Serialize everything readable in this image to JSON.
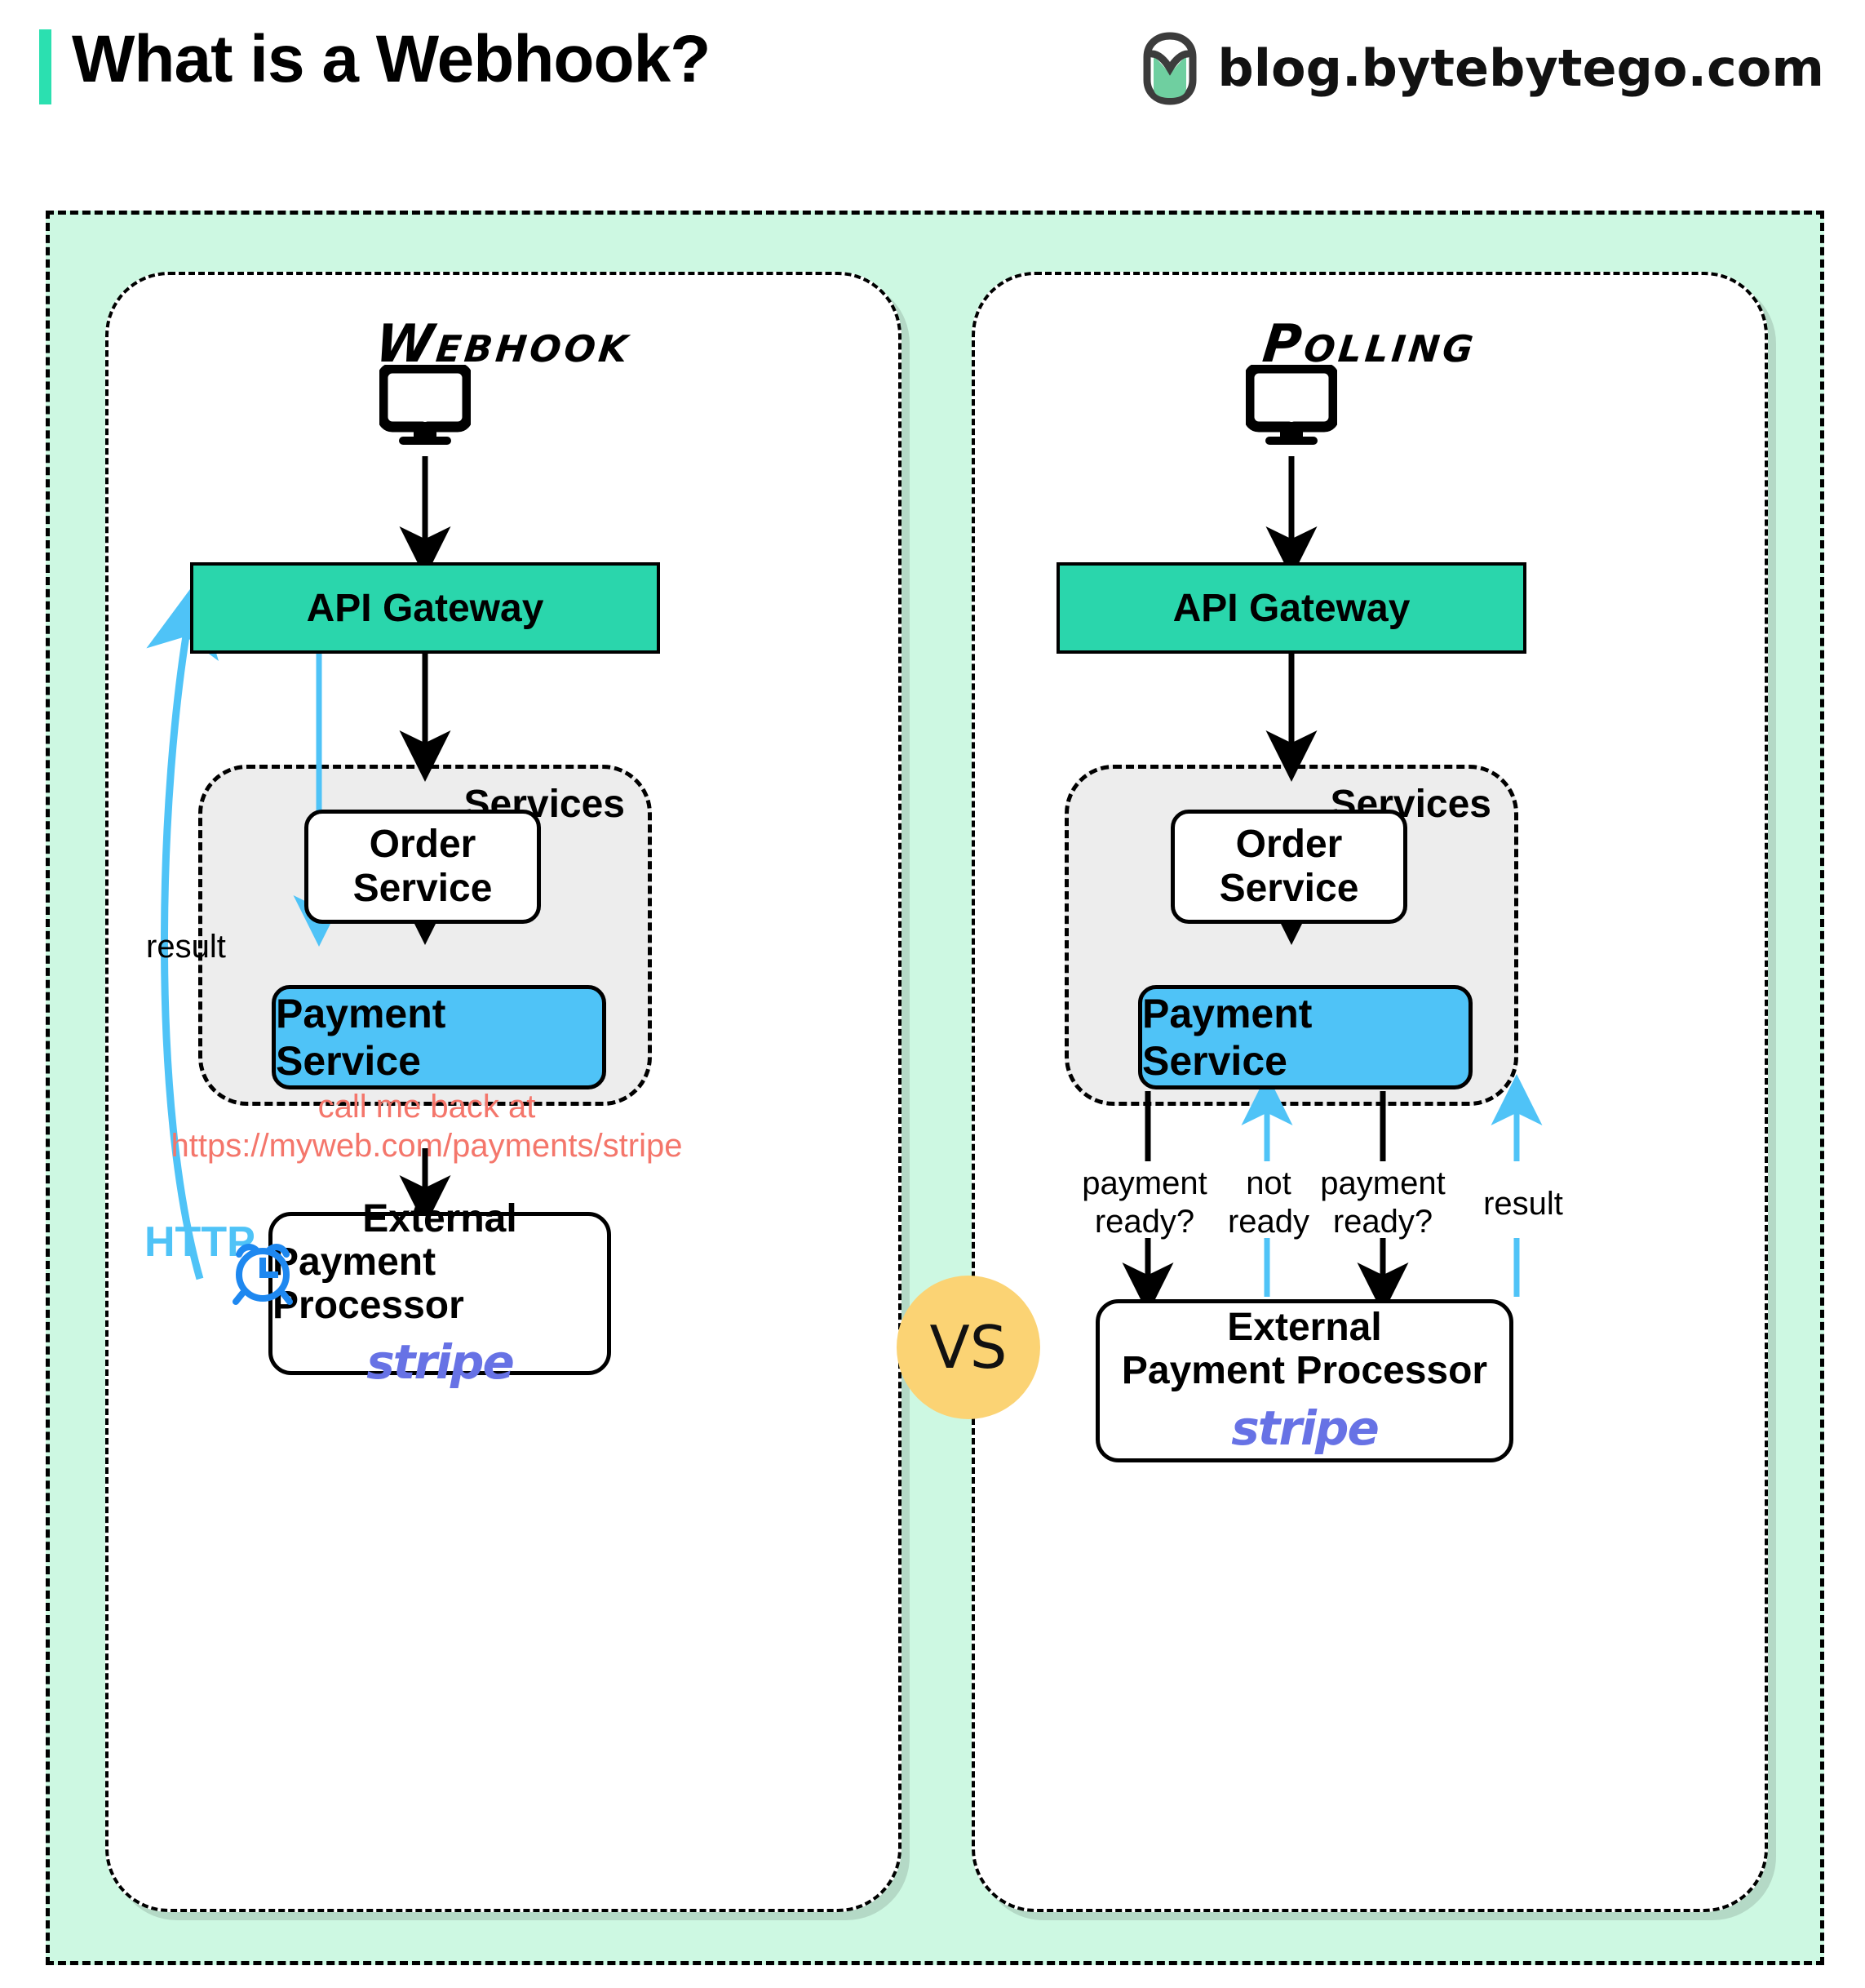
{
  "header": {
    "accent_color": "#2BE0B0",
    "title": "What is a Webhook?",
    "brand_domain": "blog.bytebytego.com",
    "logo_icon": "bytebytego-logo-icon"
  },
  "comparison": {
    "vs_label": "VS",
    "vs_color": "#FBD374",
    "panel_background": "#CDF8E2"
  },
  "webhook": {
    "title": "Webhook",
    "client_icon": "monitor-icon",
    "api_gateway": "API Gateway",
    "api_gateway_color": "#2AD6AC",
    "services_label": "Services",
    "order_service": "Order\nService",
    "order_service_line1": "Order",
    "order_service_line2": "Service",
    "payment_service": "Payment Service",
    "payment_service_color": "#4FC3F7",
    "callback_line1": "call me back at",
    "callback_line2": "https://myweb.com/payments/stripe",
    "callback_color": "#F4766B",
    "external_line1": "External",
    "external_line2": "Payment Processor",
    "external_logo": "stripe",
    "external_logo_color": "#6772E5",
    "result_label": "result",
    "http_label": "HTTP",
    "http_color": "#4FC3F7",
    "clock_icon": "alarm-clock-icon",
    "callback_arrow_color": "#4FC3F7"
  },
  "polling": {
    "title": "Polling",
    "client_icon": "monitor-icon",
    "api_gateway": "API Gateway",
    "api_gateway_color": "#2AD6AC",
    "services_label": "Services",
    "order_service_line1": "Order",
    "order_service_line2": "Service",
    "payment_service": "Payment Service",
    "payment_service_color": "#4FC3F7",
    "external_line1": "External",
    "external_line2": "Payment Processor",
    "external_logo": "stripe",
    "external_logo_color": "#6772E5",
    "poll_labels": [
      {
        "line1": "payment",
        "line2": "ready?",
        "direction": "down",
        "color": "#000000"
      },
      {
        "line1": "not",
        "line2": "ready",
        "direction": "up",
        "color": "#4FC3F7"
      },
      {
        "line1": "payment",
        "line2": "ready?",
        "direction": "down",
        "color": "#000000"
      },
      {
        "line1": "result",
        "line2": "",
        "direction": "up",
        "color": "#4FC3F7"
      }
    ]
  }
}
